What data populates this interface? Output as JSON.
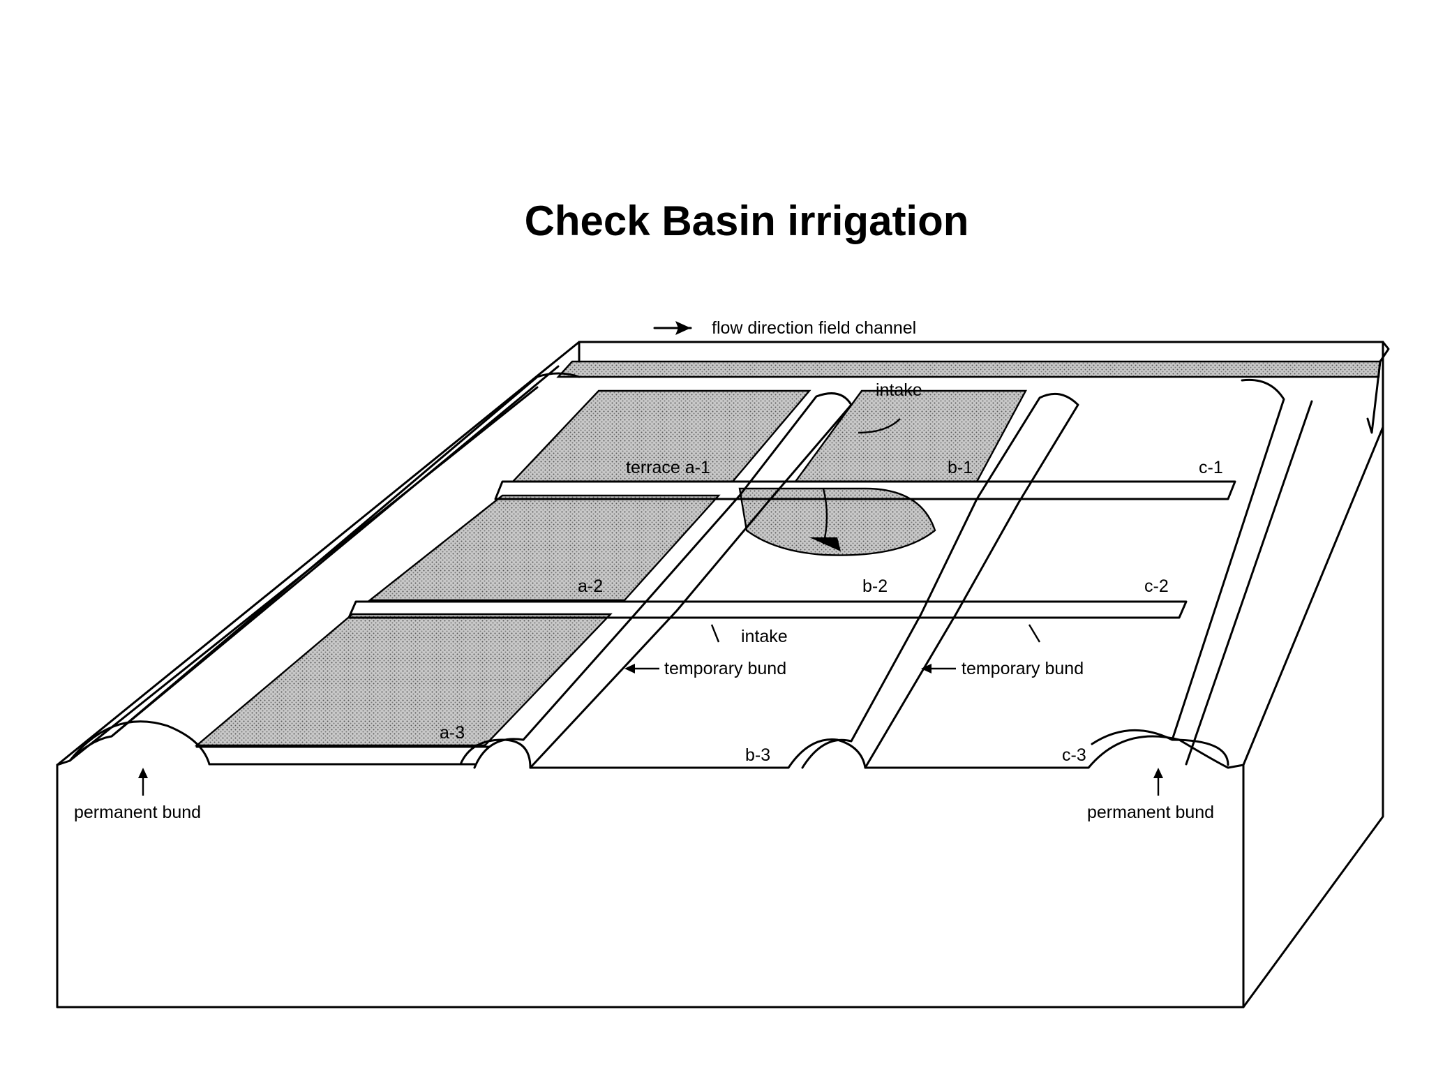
{
  "title": "Check Basin irrigation",
  "labels": {
    "flow": "flow direction field channel",
    "intake_top": "intake",
    "intake_mid": "intake",
    "terrace_a1": "terrace a-1",
    "b1": "b-1",
    "c1": "c-1",
    "a2": "a-2",
    "b2": "b-2",
    "c2": "c-2",
    "a3": "a-3",
    "b3": "b-3",
    "c3": "c-3",
    "temp_bund_left": "temporary bund",
    "temp_bund_right": "temporary bund",
    "perm_bund_left": "permanent bund",
    "perm_bund_right": "permanent bund"
  },
  "flooded_basins": [
    "terrace a-1",
    "a-2",
    "a-3",
    "b-1"
  ],
  "colors": {
    "line": "#000000",
    "flooded_fill": "#b9b9b9",
    "background": "#ffffff"
  }
}
